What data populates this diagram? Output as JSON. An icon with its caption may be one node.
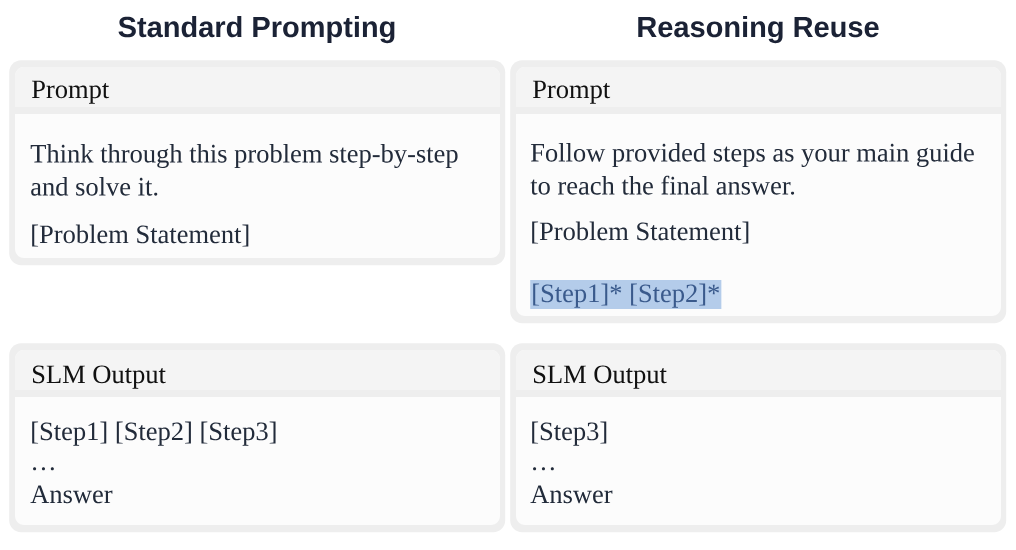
{
  "diagram": {
    "nodes": [
      {
        "text": [
          "Prompt",
          "Think through this problem step-by-step and solve it.",
          "[Problem Statement]"
        ]
      },
      {
        "text": [
          "Prompt",
          "Follow provided steps as your main guide to reach the final answer.",
          "[Problem Statement]"
        ]
      },
      {
        "text": [
          "[Step1]* [Step2]*"
        ],
        "in": 1
      },
      {
        "text": [
          "SLM Output",
          "[Step1] [Step2] [Step3]",
          "…",
          "Answer"
        ]
      },
      {
        "text": [
          "SLM Output",
          "[Step3]",
          "…",
          "Answer"
        ]
      }
    ],
    "labels": [
      "Standard Prompting",
      "Reasoning Reuse"
    ]
  }
}
